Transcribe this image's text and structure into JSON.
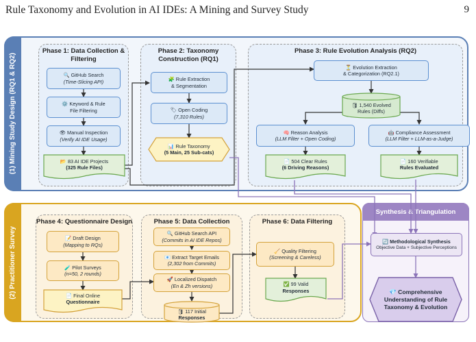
{
  "header": {
    "title": "Rule Taxonomy and Evolution in AI IDEs: A Mining and Survey Study",
    "page_number": "9"
  },
  "sections": {
    "mining": "(1) Mining Study Design (RQ1 & RQ2)",
    "survey": "(2) Practitioner Survey",
    "synthesis": "Synthesis & Triangulation"
  },
  "phases": {
    "p1": "Phase 1: Data Collection & Filtering",
    "p2": "Phase 2: Taxonomy Construction (RQ1)",
    "p3": "Phase 3: Rule Evolution Analysis (RQ2)",
    "p4": "Phase 4: Questionnaire Design",
    "p5": "Phase 5: Data Collection",
    "p6": "Phase 6: Data Filtering"
  },
  "nodes": {
    "github_search": {
      "icon": "🔍",
      "l1": "GitHub Search",
      "l2": "(Time-Slicing API)"
    },
    "keyword_filter": {
      "icon": "⚙️",
      "l1": "Keyword & Rule",
      "l2": "File Filtering"
    },
    "manual_inspection": {
      "icon": "👁",
      "l1": "Manual Inspection",
      "l2": "(Verify AI IDE Usage)"
    },
    "projects": {
      "icon": "📂",
      "l1": "83 AI IDE Projects",
      "l2": "(325 Rule Files)"
    },
    "rule_extraction": {
      "icon": "🧩",
      "l1": "Rule Extraction",
      "l2": "& Segmentation"
    },
    "open_coding": {
      "icon": "🏷",
      "l1": "Open Coding",
      "l2": "(7,310 Rules)"
    },
    "taxonomy": {
      "icon": "📊",
      "l1": "Rule Taxonomy",
      "l2": "(5 Main, 25 Sub-cats)"
    },
    "evolution": {
      "icon": "⏳",
      "l1": "Evolution Extraction",
      "l2": "& Categorization (RQ2.1)"
    },
    "evolved_rules": {
      "icon": "🛢",
      "l1": "1,540 Evolved",
      "l2": "Rules (Diffs)"
    },
    "reason": {
      "icon": "🧠",
      "l1": "Reason Analysis",
      "l2": "(LLM Filter + Open Coding)"
    },
    "compliance": {
      "icon": "🤖",
      "l1": "Compliance Assessment",
      "l2": "(LLM Filter + LLM-as-a-Judge)"
    },
    "clear_rules": {
      "icon": "📄",
      "l1": "504 Clear Rules",
      "l2": "(6 Driving Reasons)"
    },
    "verifiable": {
      "icon": "📄",
      "l1": "160 Verifiable",
      "l2": "Rules Evaluated"
    },
    "draft": {
      "icon": "📝",
      "l1": "Draft Design",
      "l2": "(Mapping to RQs)"
    },
    "pilot": {
      "icon": "🧪",
      "l1": "Pilot Surveys",
      "l2": "(n=50, 2 rounds)"
    },
    "final_q": {
      "icon": "📄",
      "l1": "Final Online",
      "l2": "Questionnaire"
    },
    "gh_api": {
      "icon": "🔍",
      "l1": "GitHub Search API",
      "l2": "(Commits in AI IDE Repos)"
    },
    "emails": {
      "icon": "📧",
      "l1": "Extract Target Emails",
      "l2": "(2,302 from Commits)"
    },
    "dispatch": {
      "icon": "🚀",
      "l1": "Localized Dispatch",
      "l2": "(En & Zh versions)"
    },
    "initial": {
      "icon": "🛢",
      "l1": "117 Initial",
      "l2": "Responses"
    },
    "quality": {
      "icon": "🧹",
      "l1": "Quality Filtering",
      "l2": "(Screening & Careless)"
    },
    "valid": {
      "icon": "✅",
      "l1": "99 Valid",
      "l2": "Responses"
    },
    "method_synth": {
      "icon": "🔄",
      "l1": "Methodological Synthesis",
      "l2": "Objective Data + Subjective Perceptions"
    },
    "comprehensive": {
      "icon": "💎",
      "l1": "Comprehensive",
      "l2": "Understanding of Rule",
      "l3": "Taxonomy & Evolution"
    }
  },
  "colors": {
    "mining_frame": "#5a7fb5",
    "mining_bg": "#f2f6fb",
    "survey_frame": "#d9a520",
    "survey_bg": "#fdf8ec",
    "synthesis_frame": "#8b73b8",
    "synthesis_bg": "#f6f2fa",
    "node_blue": "#dce9f7",
    "node_orange": "#fde9c4",
    "node_green": "#e3f0da",
    "node_yellow": "#fdf3c4",
    "node_lavender": "#ece6f4"
  }
}
